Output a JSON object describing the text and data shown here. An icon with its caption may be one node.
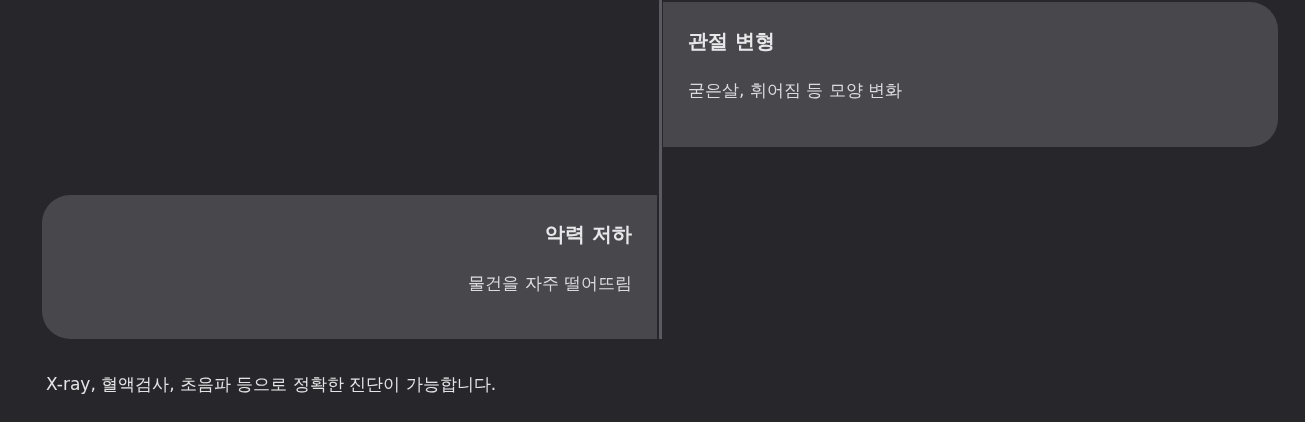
{
  "diagram": {
    "nodes": [
      {
        "text": [
          "관절 변형",
          "굳은살, 휘어짐 등 모양 변화"
        ]
      },
      {
        "text": [
          "악력 저하",
          "물건을 자주 떨어뜨림"
        ]
      }
    ],
    "labels": [
      "X-ray, 혈액검사, 초음파 등으로 정확한 진단이 가능합니다."
    ]
  }
}
